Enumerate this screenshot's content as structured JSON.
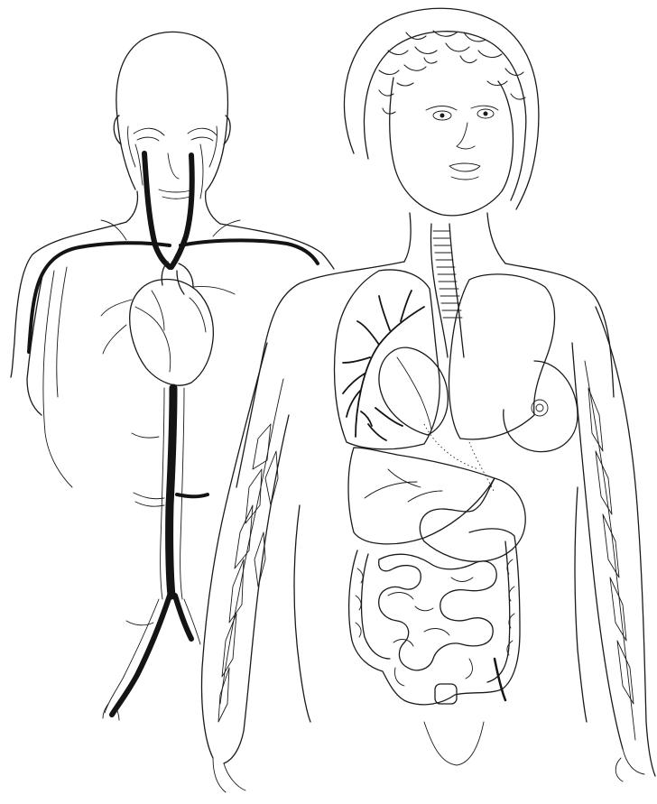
{
  "figures": {
    "male": {
      "name": "male-circulatory-figure",
      "structures": [
        "head",
        "torso-outline",
        "jugular-veins",
        "subclavian-veins",
        "heart",
        "vena-cava",
        "iliac-veins"
      ]
    },
    "female": {
      "name": "female-organs-figure",
      "structures": [
        "hair",
        "face",
        "trachea",
        "right-lung",
        "bronchial-tree",
        "heart",
        "liver",
        "stomach",
        "small-intestine",
        "large-intestine",
        "arm-vessels"
      ]
    }
  },
  "colors": {
    "line": "#1a1a1a",
    "vein_fill": "#141414",
    "background": "#ffffff"
  }
}
